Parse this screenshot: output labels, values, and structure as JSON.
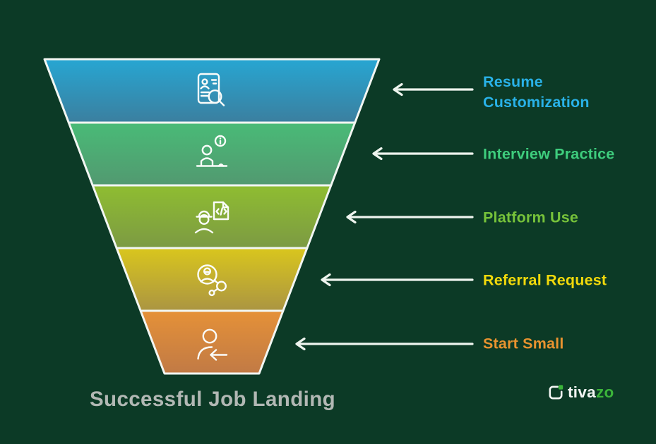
{
  "background_color": "#0c3a26",
  "title": {
    "text": "Successful Job Landing",
    "color": "#b2b8b4"
  },
  "funnel": {
    "steps": [
      {
        "label": "Resume Customization",
        "icon": "resume-search-icon",
        "label_color": "#29b2e8",
        "fill_top": "#27a6d2",
        "fill_bottom": "#3b7f9f"
      },
      {
        "label": "Interview Practice",
        "icon": "interview-practice-icon",
        "label_color": "#3ecd7d",
        "fill_top": "#49bb77",
        "fill_bottom": "#529970"
      },
      {
        "label": "Platform Use",
        "icon": "platform-use-icon",
        "label_color": "#76c23a",
        "fill_top": "#8fbd31",
        "fill_bottom": "#7c9a43"
      },
      {
        "label": "Referral Request",
        "icon": "referral-request-icon",
        "label_color": "#f2d90b",
        "fill_top": "#d9c61d",
        "fill_bottom": "#ab9542"
      },
      {
        "label": "Start Small",
        "icon": "start-small-icon",
        "label_color": "#e8932f",
        "fill_top": "#e59138",
        "fill_bottom": "#c17a45"
      }
    ]
  },
  "logo": {
    "text_primary": "tiva",
    "text_accent": "zo",
    "accent_color": "#3bb43a"
  }
}
